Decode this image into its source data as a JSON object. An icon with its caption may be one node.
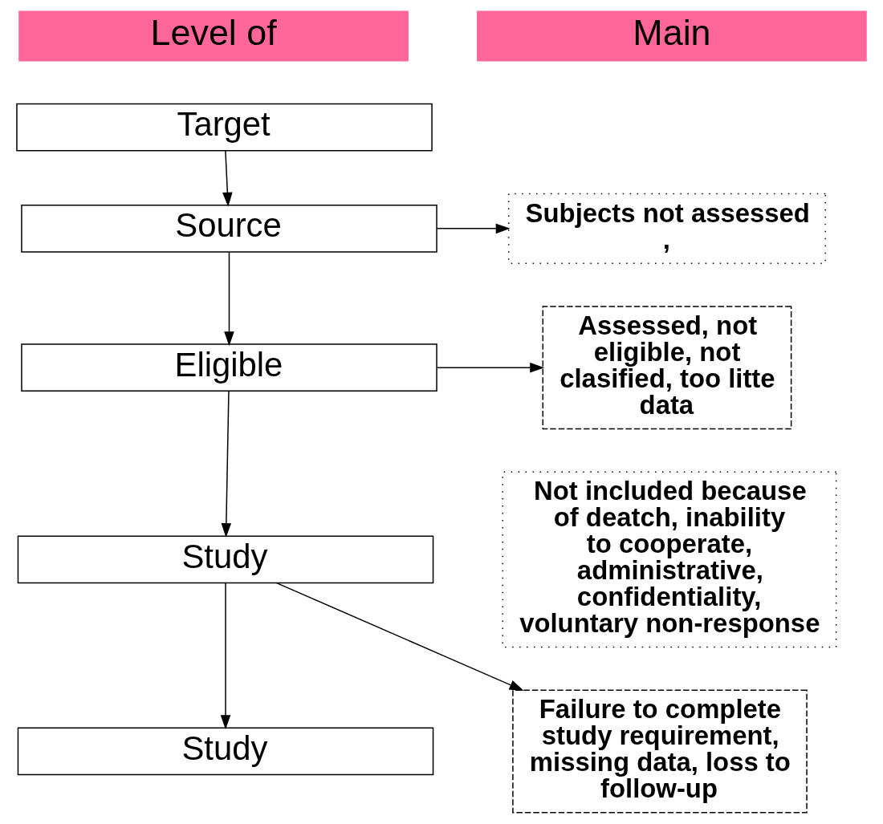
{
  "diagram": {
    "nodes": [
      {
        "text": [
          "Level of"
        ]
      },
      {
        "text": [
          "Main"
        ]
      },
      {
        "text": [
          "Target"
        ]
      },
      {
        "text": [
          "Source"
        ]
      },
      {
        "text": [
          "Eligible"
        ]
      },
      {
        "text": [
          "Study"
        ]
      },
      {
        "text": [
          "Study"
        ]
      },
      {
        "text": [
          "Subjects not assessed ,"
        ]
      },
      {
        "text": [
          "Assessed, not eligible, not clasified, too litte data"
        ]
      },
      {
        "text": [
          "Not included because of deatch, inability to cooperate, administrative, confidentiality, voluntary non-response"
        ]
      },
      {
        "text": [
          "Failure to complete study requirement, missing data, loss to follow-up"
        ]
      }
    ],
    "edges": [
      {
        "from": 2,
        "to": 3,
        "arrow": "to"
      },
      {
        "from": 3,
        "to": 4,
        "arrow": "to"
      },
      {
        "from": 4,
        "to": 5,
        "arrow": "to"
      },
      {
        "from": 5,
        "to": 6,
        "arrow": "to"
      },
      {
        "from": 3,
        "to": 7,
        "arrow": "to"
      },
      {
        "from": 4,
        "to": 8,
        "arrow": "to"
      },
      {
        "from": 5,
        "to": 10,
        "arrow": "to"
      }
    ]
  }
}
